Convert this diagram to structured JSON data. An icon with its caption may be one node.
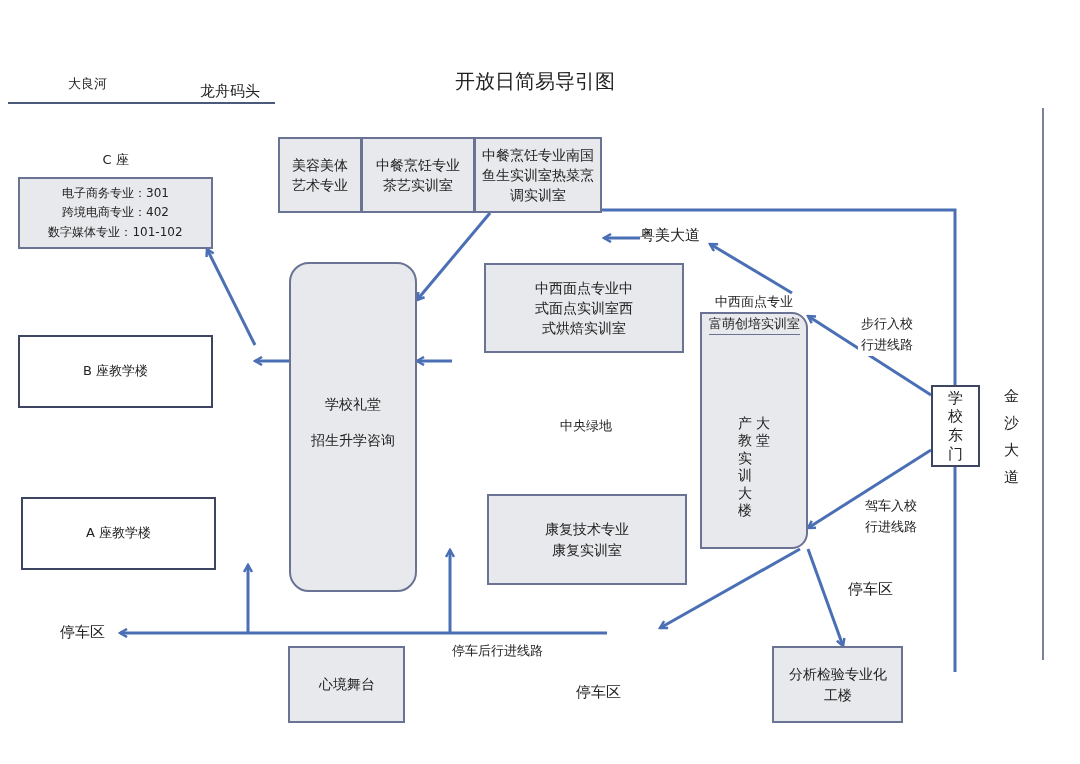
{
  "diagram": {
    "title": "开放日简易导引图",
    "nodes": [
      {
        "text": [
          "C 座",
          "电子商务专业：301",
          "跨境电商专业：402",
          "数字媒体专业：101-102"
        ]
      },
      {
        "text": [
          "B 座教学楼"
        ]
      },
      {
        "text": [
          "A 座教学楼"
        ]
      },
      {
        "text": [
          "美容美体艺术专业"
        ]
      },
      {
        "text": [
          "中餐烹饪专业茶艺实训室"
        ]
      },
      {
        "text": [
          "中餐烹饪专业南国鱼生实训室热菜烹调实训室"
        ]
      },
      {
        "text": [
          "学校礼堂",
          "招生升学咨询"
        ]
      },
      {
        "text": [
          "中西面点专业中式面点实训室西式烘焙实训室"
        ]
      },
      {
        "text": [
          "中西面点专业",
          "富萌创培实训室",
          "大堂",
          "产教实训大楼"
        ]
      },
      {
        "text": [
          "康复技术专业康复实训室"
        ]
      },
      {
        "text": [
          "学校东门"
        ]
      },
      {
        "text": [
          "心境舞台"
        ]
      },
      {
        "text": [
          "分析检验专业化工楼"
        ]
      },
      {
        "text": [
          "粤美大道"
        ]
      },
      {
        "text": [
          "停车区"
        ]
      }
    ],
    "edges": [
      {
        "from": 10,
        "to": 8,
        "arrow": "to",
        "label": "步行入校行进线路"
      },
      {
        "from": 10,
        "to": 8,
        "arrow": "to",
        "label": "驾车入校行进线路"
      },
      {
        "from": 8,
        "to": 13,
        "arrow": "to"
      },
      {
        "from": 13,
        "to": null,
        "arrow": "to"
      },
      {
        "from": 5,
        "to": 6,
        "arrow": "to"
      },
      {
        "from": null,
        "to": 6,
        "arrow": "to"
      },
      {
        "from": 6,
        "to": null,
        "arrow": "to"
      },
      {
        "from": null,
        "to": 0,
        "arrow": "to"
      },
      {
        "from": 8,
        "to": null,
        "arrow": "to"
      },
      {
        "from": 8,
        "to": 12,
        "arrow": "to"
      },
      {
        "from": null,
        "to": 14,
        "arrow": "to",
        "label": "停车后行进线路"
      }
    ],
    "labels": [
      "大良河",
      "龙舟码头",
      "金沙大道",
      "中央绿地",
      "停车区",
      "停车区"
    ]
  }
}
